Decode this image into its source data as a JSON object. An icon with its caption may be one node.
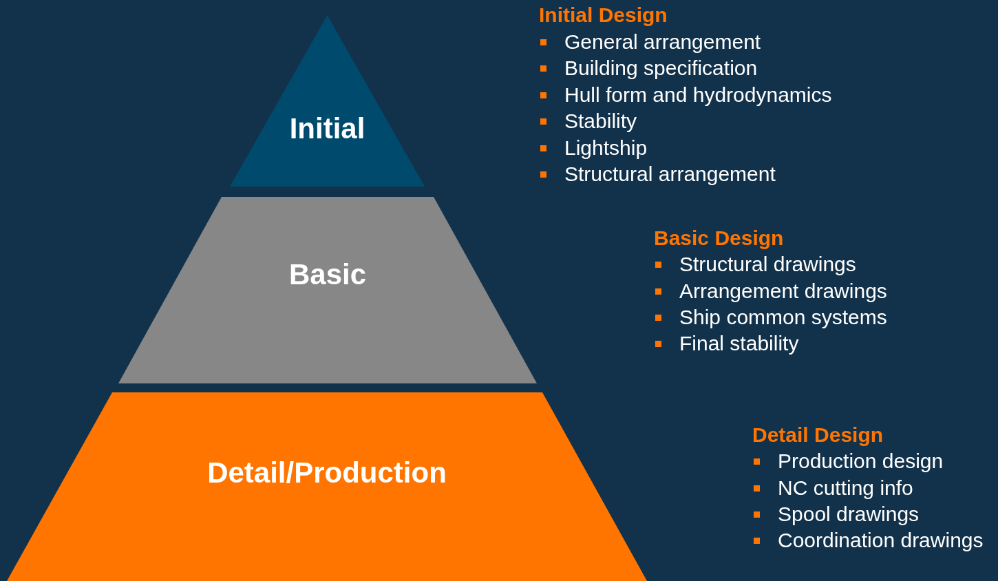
{
  "diagram": {
    "nodes": [
      {
        "text": [
          "Initial"
        ]
      },
      {
        "text": [
          "Basic"
        ]
      },
      {
        "text": [
          "Detail/Production"
        ]
      }
    ],
    "edges": [],
    "labels": [
      "Initial Design",
      "General arrangement",
      "Building specification",
      "Hull form and hydrodynamics",
      "Stability",
      "Lightship",
      "Structural arrangement",
      "Basic Design",
      "Structural drawings",
      "Arrangement drawings",
      "Ship common systems",
      "Final stability",
      "Detail Design",
      "Production design",
      "NC cutting info",
      "Spool drawings",
      "Coordination drawings"
    ]
  }
}
